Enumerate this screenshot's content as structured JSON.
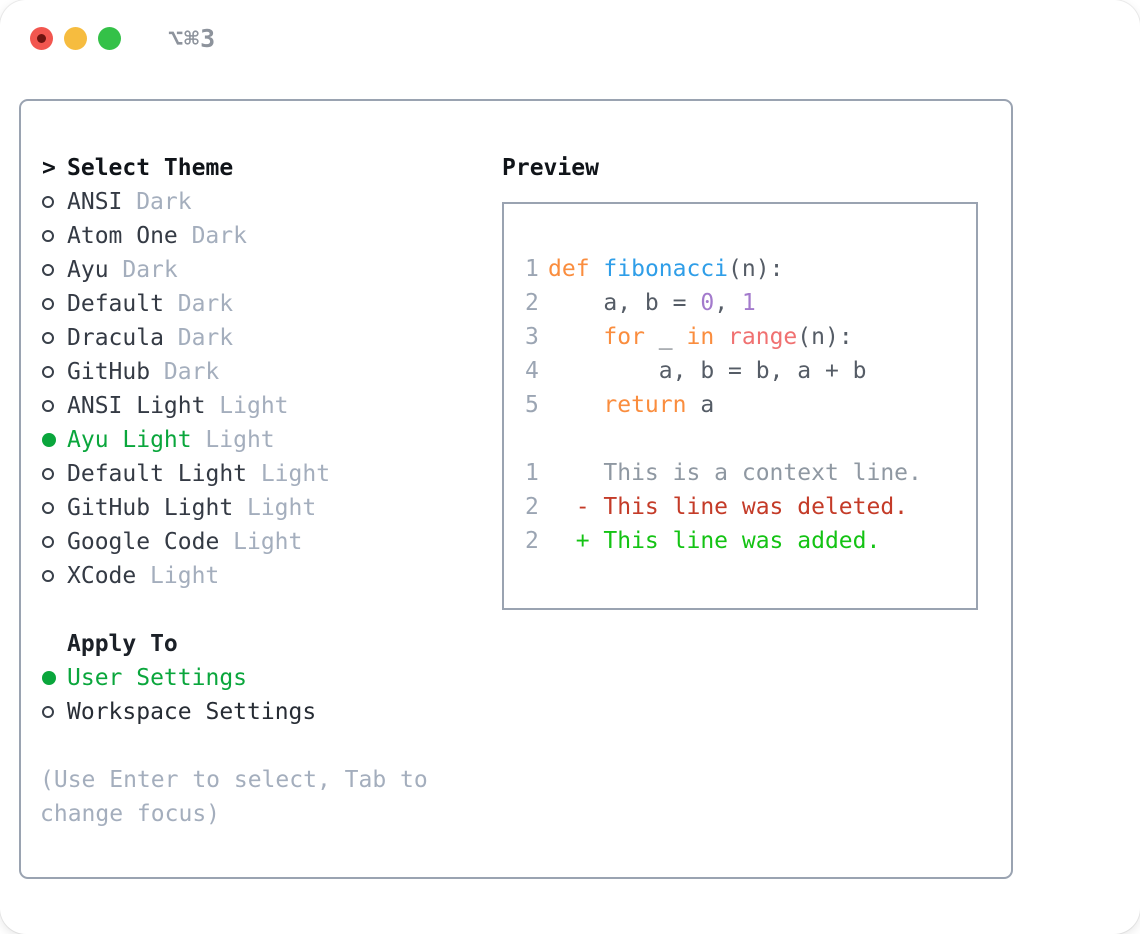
{
  "window": {
    "title": "⌥⌘3",
    "traffic_lights": [
      {
        "name": "close",
        "color": "#f2564f",
        "has_dot": true
      },
      {
        "name": "minimize",
        "color": "#f6bc3f",
        "has_dot": false
      },
      {
        "name": "zoom",
        "color": "#34c148",
        "has_dot": false
      }
    ]
  },
  "colors": {
    "border": "#9aa3b1",
    "text_dark": "#343a44",
    "text_header": "#101419",
    "text_muted": "#a4aebd",
    "accent_green": "#0aa63c",
    "diff_added": "#14c314",
    "diff_deleted": "#c43b28",
    "diff_context": "#8f98a2",
    "syntax_keyword": "#fa8d3e",
    "syntax_function": "#2f9ee8",
    "syntax_number": "#a37acc",
    "syntax_builtin": "#f07171",
    "code_fg": "#555c66",
    "line_number": "#9ba5b3",
    "traffic_red": "#f2564f",
    "traffic_yellow": "#f6bc3f",
    "traffic_green": "#34c148",
    "title_gray": "#8d939c"
  },
  "theme_list": {
    "prompt": ">",
    "header": "Select Theme",
    "items": [
      {
        "name": "ANSI",
        "tag": "Dark",
        "selected": false
      },
      {
        "name": "Atom One",
        "tag": "Dark",
        "selected": false
      },
      {
        "name": "Ayu",
        "tag": "Dark",
        "selected": false
      },
      {
        "name": "Default",
        "tag": "Dark",
        "selected": false
      },
      {
        "name": "Dracula",
        "tag": "Dark",
        "selected": false
      },
      {
        "name": "GitHub",
        "tag": "Dark",
        "selected": false
      },
      {
        "name": "ANSI Light",
        "tag": "Light",
        "selected": false
      },
      {
        "name": "Ayu Light",
        "tag": "Light",
        "selected": true
      },
      {
        "name": "Default Light",
        "tag": "Light",
        "selected": false
      },
      {
        "name": "GitHub Light",
        "tag": "Light",
        "selected": false
      },
      {
        "name": "Google Code",
        "tag": "Light",
        "selected": false
      },
      {
        "name": "XCode",
        "tag": "Light",
        "selected": false
      }
    ]
  },
  "apply_to": {
    "header": "Apply To",
    "items": [
      {
        "name": "User Settings",
        "selected": true
      },
      {
        "name": "Workspace Settings",
        "selected": false
      }
    ]
  },
  "help_text": "(Use Enter to select, Tab to change focus)",
  "preview": {
    "header": "Preview",
    "code_lines": [
      {
        "num": "1",
        "segments": [
          {
            "t": "def",
            "c": "keyword"
          },
          {
            "t": " ",
            "c": "fg"
          },
          {
            "t": "fibonacci",
            "c": "function"
          },
          {
            "t": "(n):",
            "c": "fg"
          }
        ]
      },
      {
        "num": "2",
        "segments": [
          {
            "t": "    a, b = ",
            "c": "fg"
          },
          {
            "t": "0",
            "c": "number"
          },
          {
            "t": ", ",
            "c": "fg"
          },
          {
            "t": "1",
            "c": "number"
          }
        ]
      },
      {
        "num": "3",
        "segments": [
          {
            "t": "    ",
            "c": "fg"
          },
          {
            "t": "for",
            "c": "keyword"
          },
          {
            "t": " _ ",
            "c": "fg"
          },
          {
            "t": "in",
            "c": "keyword"
          },
          {
            "t": " ",
            "c": "fg"
          },
          {
            "t": "range",
            "c": "builtin"
          },
          {
            "t": "(n):",
            "c": "fg"
          }
        ]
      },
      {
        "num": "4",
        "segments": [
          {
            "t": "        a, b = b, a + b",
            "c": "fg"
          }
        ]
      },
      {
        "num": "5",
        "segments": [
          {
            "t": "    ",
            "c": "fg"
          },
          {
            "t": "return",
            "c": "keyword"
          },
          {
            "t": " a",
            "c": "fg"
          }
        ]
      }
    ],
    "diff_lines": [
      {
        "num": "1",
        "text": "    This is a context line.",
        "type": "context"
      },
      {
        "num": "2",
        "text": "  - This line was deleted.",
        "type": "deleted"
      },
      {
        "num": "2",
        "text": "  + This line was added.",
        "type": "added"
      }
    ]
  }
}
